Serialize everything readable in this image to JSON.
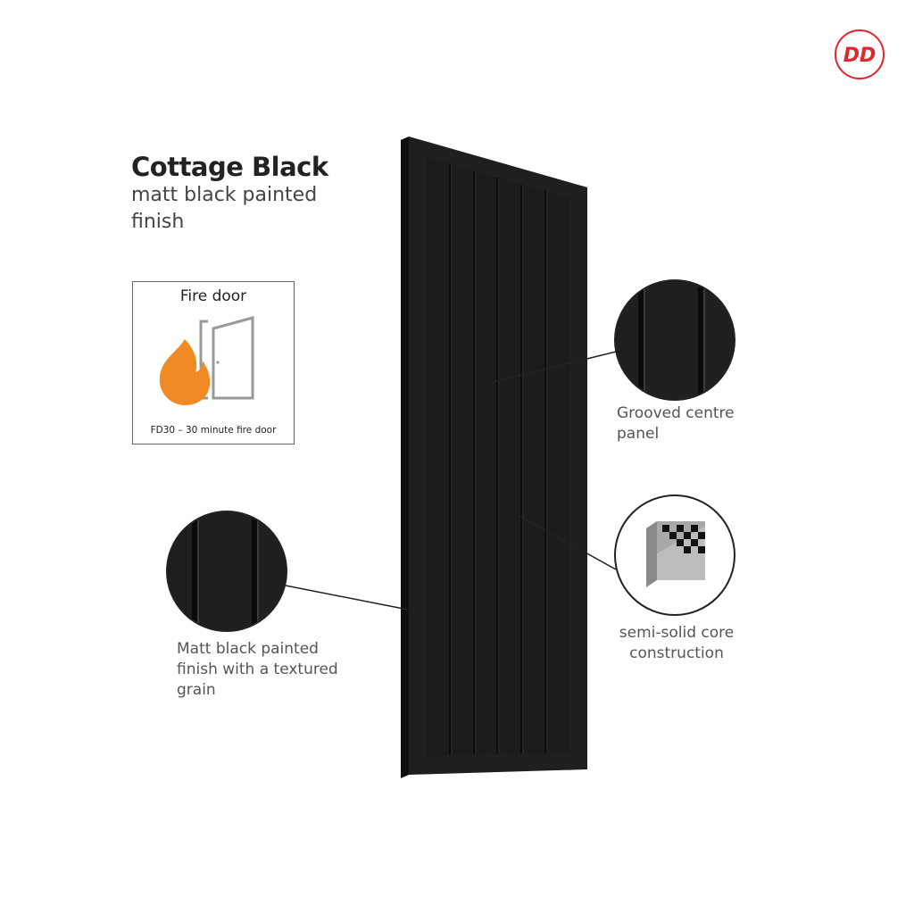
{
  "logo": {
    "text": "DD",
    "color": "#e3262c"
  },
  "product": {
    "name": "Cottage Black",
    "finish_line1": "matt black painted",
    "finish_line2": "finish"
  },
  "fire_badge": {
    "title": "Fire door",
    "caption": "FD30 – 30 minute fire door",
    "flame_color": "#f08a24"
  },
  "callouts": {
    "grooved": {
      "line1": "Grooved centre",
      "line2": "panel"
    },
    "core": {
      "line1": "semi-solid core",
      "line2": "construction"
    },
    "finish": {
      "line1": "Matt black painted",
      "line2": "finish with a textured",
      "line3": "grain"
    }
  },
  "colors": {
    "door": "#1f1f1f",
    "door_dark": "#141414",
    "text": "#555555"
  }
}
